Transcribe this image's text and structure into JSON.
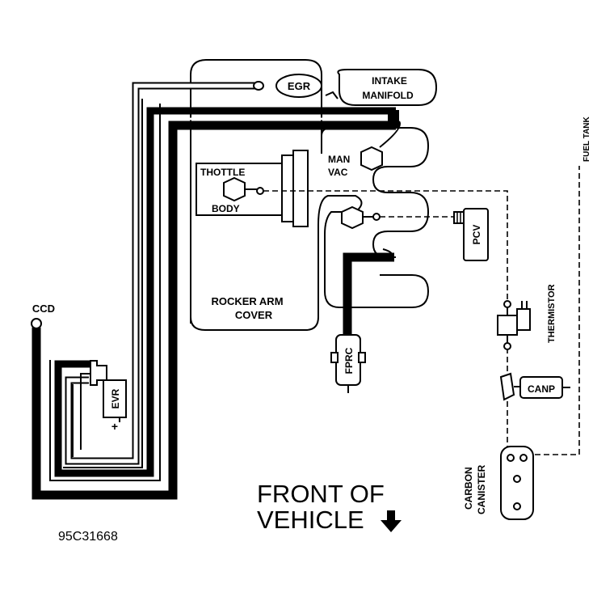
{
  "labels": {
    "egr": "EGR",
    "intake_manifold_line1": "INTAKE",
    "intake_manifold_line2": "MANIFOLD",
    "throttle_body_line1": "THOTTLE",
    "throttle_body_line2": "BODY",
    "man_vac_line1": "MAN",
    "man_vac_line2": "VAC",
    "pcv": "PCV",
    "rocker_arm_cover_line1": "ROCKER ARM",
    "rocker_arm_cover_line2": "COVER",
    "fprc": "FPRC",
    "thermistor": "THERMISTOR",
    "canp": "CANP",
    "carbon_canister_line1": "CARBON",
    "carbon_canister_line2": "CANISTER",
    "fuel_tank": "FUEL TANK",
    "ccd": "CCD",
    "evr": "EVR",
    "plus_sign": "+",
    "front_of_vehicle_line1": "FRONT OF",
    "front_of_vehicle_line2": "VEHICLE",
    "figure_id": "95C31668"
  },
  "colors": {
    "line": "#000000",
    "background": "#ffffff"
  },
  "icons": {
    "front_arrow": "down-arrow-icon"
  }
}
